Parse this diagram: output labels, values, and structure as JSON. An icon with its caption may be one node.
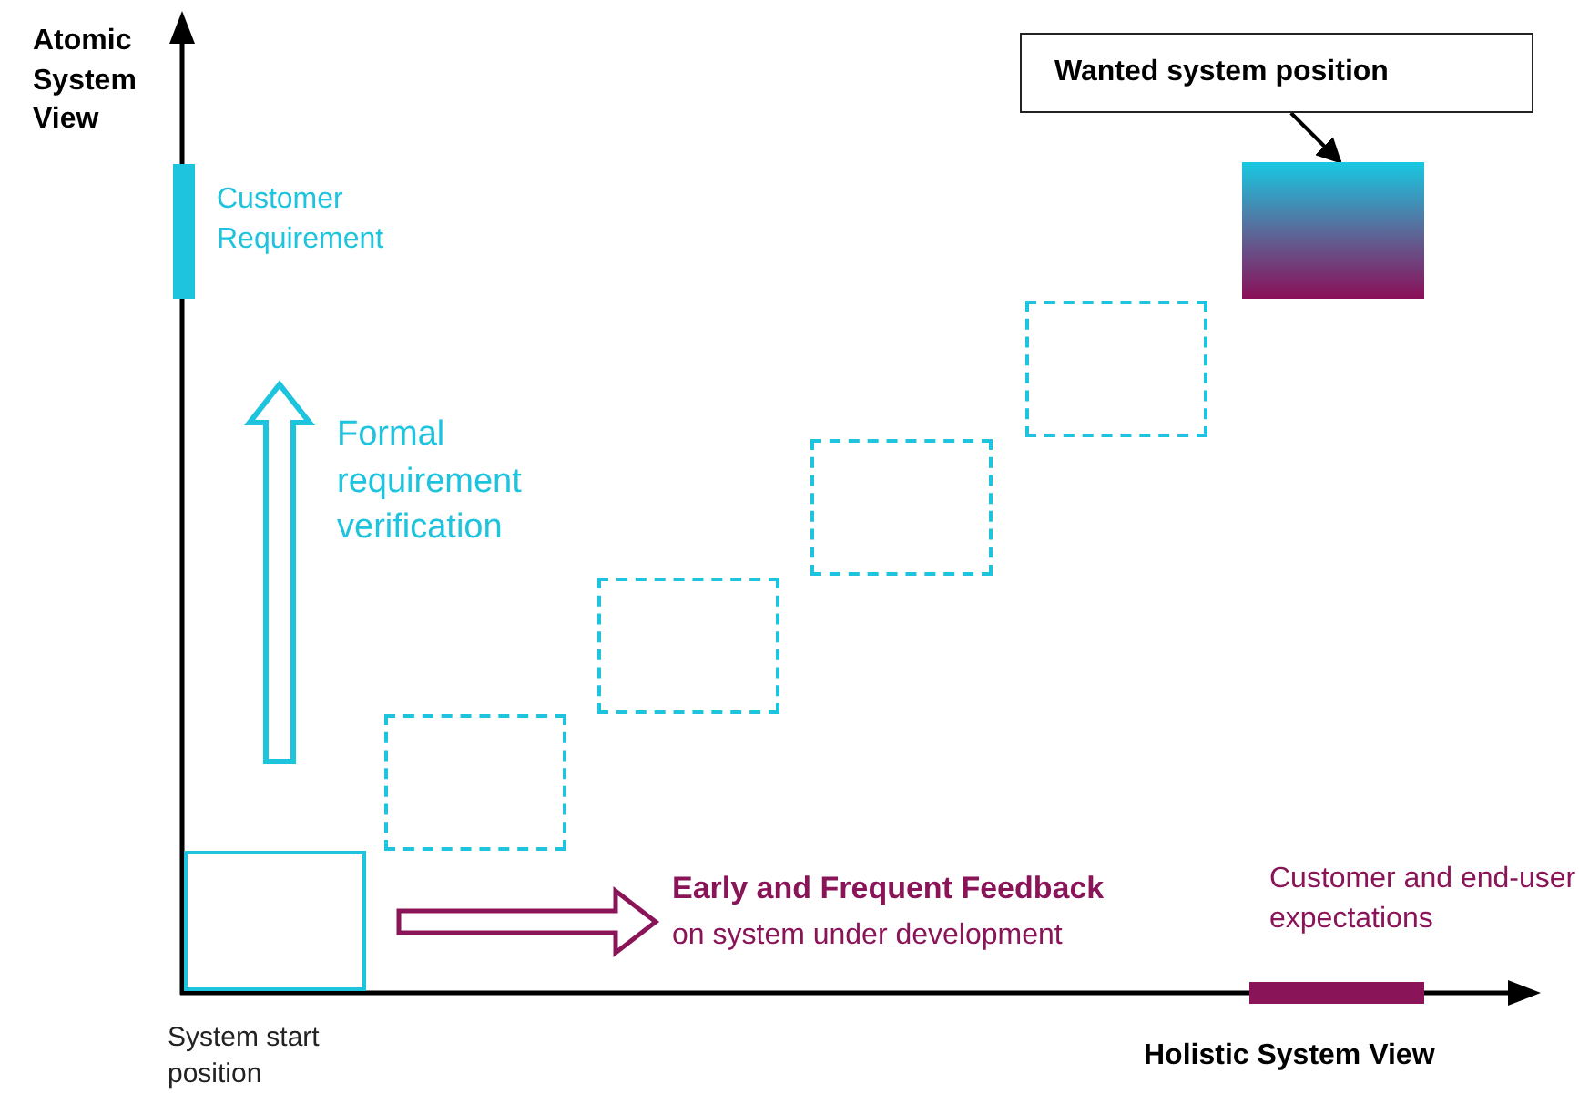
{
  "diagram": {
    "nodes": [
      {
        "text": [
          "Wanted system position"
        ]
      },
      {
        "text": [],
        "shape": "box"
      },
      {
        "text": [],
        "shape": "box",
        "beside": [
          "System start position"
        ]
      },
      {
        "text": [],
        "shape": "box"
      },
      {
        "text": [],
        "shape": "box"
      },
      {
        "text": [],
        "shape": "box"
      },
      {
        "text": [],
        "shape": "box"
      }
    ],
    "edges": [
      {
        "from": 0,
        "to": 1,
        "arrow": "to"
      }
    ],
    "labels": [
      "Atomic System View",
      "Customer Requirement",
      "Formal requirement verification",
      "Early and Frequent Feedback",
      "on system under development",
      "Customer and end-user expectations",
      "Holistic System View"
    ]
  }
}
